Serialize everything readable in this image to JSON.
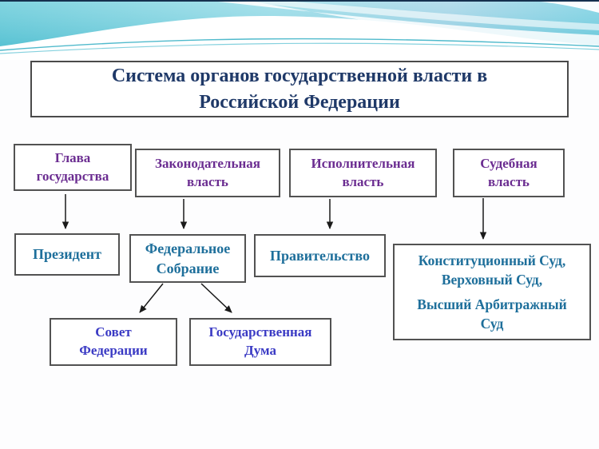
{
  "slide_title": {
    "lines": [
      "Система органов государственной власти в",
      "Российской Федерации"
    ]
  },
  "diagram": {
    "nodes": [
      {
        "id": "glava-gosudarstva",
        "lines": [
          "Глава",
          "государства"
        ]
      },
      {
        "id": "zakonodatelnaya-vlast",
        "lines": [
          "Законодательная",
          "власть"
        ]
      },
      {
        "id": "ispolnitelnaya-vlast",
        "lines": [
          "Исполнительная",
          "власть"
        ]
      },
      {
        "id": "sudebnaya-vlast",
        "lines": [
          "Судебная",
          "власть"
        ]
      },
      {
        "id": "prezident",
        "lines": [
          "Президент"
        ]
      },
      {
        "id": "federalnoe-sobranie",
        "lines": [
          "Федеральное",
          "Собрание"
        ]
      },
      {
        "id": "pravitelstvo",
        "lines": [
          "Правительство"
        ]
      },
      {
        "id": "courts",
        "lines": [
          "Конституционный  Суд,",
          "Верховный Суд,",
          "Высший Арбитражный",
          "Суд"
        ]
      },
      {
        "id": "sovet-federacii",
        "lines": [
          "Совет",
          "Федерации"
        ]
      },
      {
        "id": "gosudarstvennaya-duma",
        "lines": [
          "Государственная",
          "Дума"
        ]
      }
    ],
    "edges": [
      {
        "from": "glava-gosudarstva",
        "to": "prezident"
      },
      {
        "from": "zakonodatelnaya-vlast",
        "to": "federalnoe-sobranie"
      },
      {
        "from": "ispolnitelnaya-vlast",
        "to": "pravitelstvo"
      },
      {
        "from": "sudebnaya-vlast",
        "to": "courts"
      },
      {
        "from": "federalnoe-sobranie",
        "to": "sovet-federacii"
      },
      {
        "from": "federalnoe-sobranie",
        "to": "gosudarstvennaya-duma"
      }
    ]
  },
  "colors": {
    "title_text": "#1F3968",
    "branch_text": "#6B2D91",
    "institution_text": "#1E6F9B",
    "chamber_text": "#3A3AC4",
    "box_border": "#525252",
    "arrow": "#1A1A1A",
    "wave_teal_dark": "#52C5D7",
    "wave_teal_light": "#A9E2EC",
    "top_edge_line": "#15304E"
  }
}
